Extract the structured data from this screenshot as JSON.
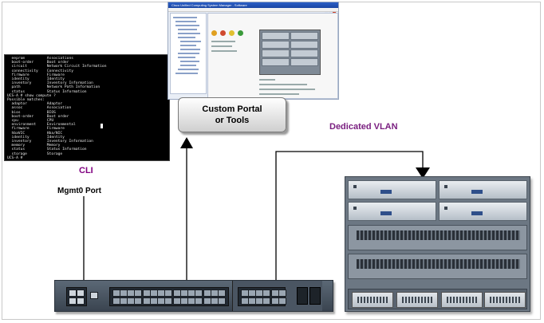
{
  "labels": {
    "cli": "CLI",
    "portal_line1": "Custom Portal",
    "portal_line2": "or Tools",
    "dedicated_vlan": "Dedicated VLAN",
    "mgmt_port": "Mgmt0 Port"
  },
  "cli_lines": [
    "  eeprom          Associations",
    "  boot-order      Boot order",
    "  circuit         Network Circuit Information",
    "  connectivity    Connectivity",
    "  firmware        Firmware",
    "  identity        Identity",
    "  inventory       Inventory Information",
    "  path            Network Path Information",
    "  status          Status Information",
    "UCS-A # show compute ?",
    "Possible matches:",
    "  adaptor         Adaptor",
    "  assoc           Association",
    "  bios            BIOS",
    "  boot-order      Boot order",
    "  cpu             CPU",
    "  environment     Environmental",
    "  firmware        Firmware",
    "  hbaVIC          Hba/NIC",
    "  identity        Identity",
    "  inventory       Inventory Information",
    "  memory          Memory",
    "  status          Status Information",
    "  storage         Storage",
    "UCS-A #"
  ],
  "window": {
    "title": "Cisco Unified Computing System Manager - Software"
  },
  "colors": {
    "cli_label": "#800080",
    "vlan_label": "#7a1f80",
    "arrow": "#000000"
  }
}
